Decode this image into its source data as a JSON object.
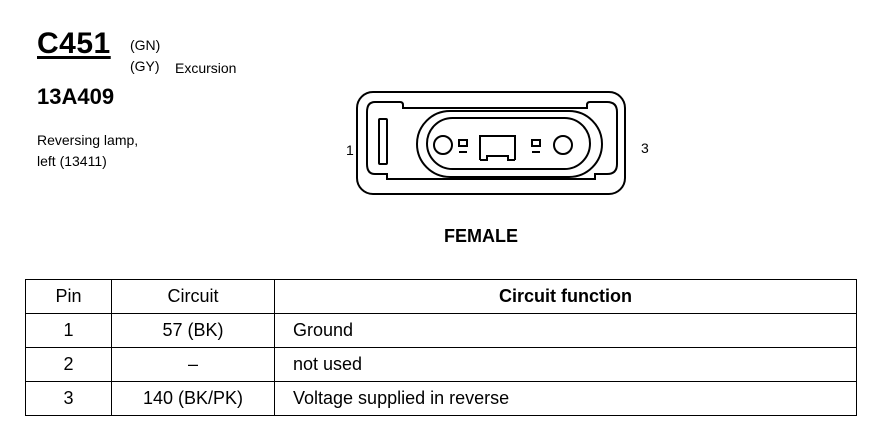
{
  "connector": {
    "id": "C451",
    "color_code_1": "(GN)",
    "color_code_2": "(GY)",
    "model": "Excursion",
    "part_number": "13A409",
    "description_line1": "Reversing lamp,",
    "description_line2": "left (13411)"
  },
  "diagram": {
    "pin_left": "1",
    "pin_right": "3",
    "gender": "FEMALE"
  },
  "table": {
    "headers": {
      "pin": "Pin",
      "circuit": "Circuit",
      "function": "Circuit function"
    },
    "rows": [
      {
        "pin": "1",
        "circuit": "57 (BK)",
        "function": "Ground"
      },
      {
        "pin": "2",
        "circuit": "–",
        "function": "not used"
      },
      {
        "pin": "3",
        "circuit": "140 (BK/PK)",
        "function": "Voltage supplied in reverse"
      }
    ]
  }
}
